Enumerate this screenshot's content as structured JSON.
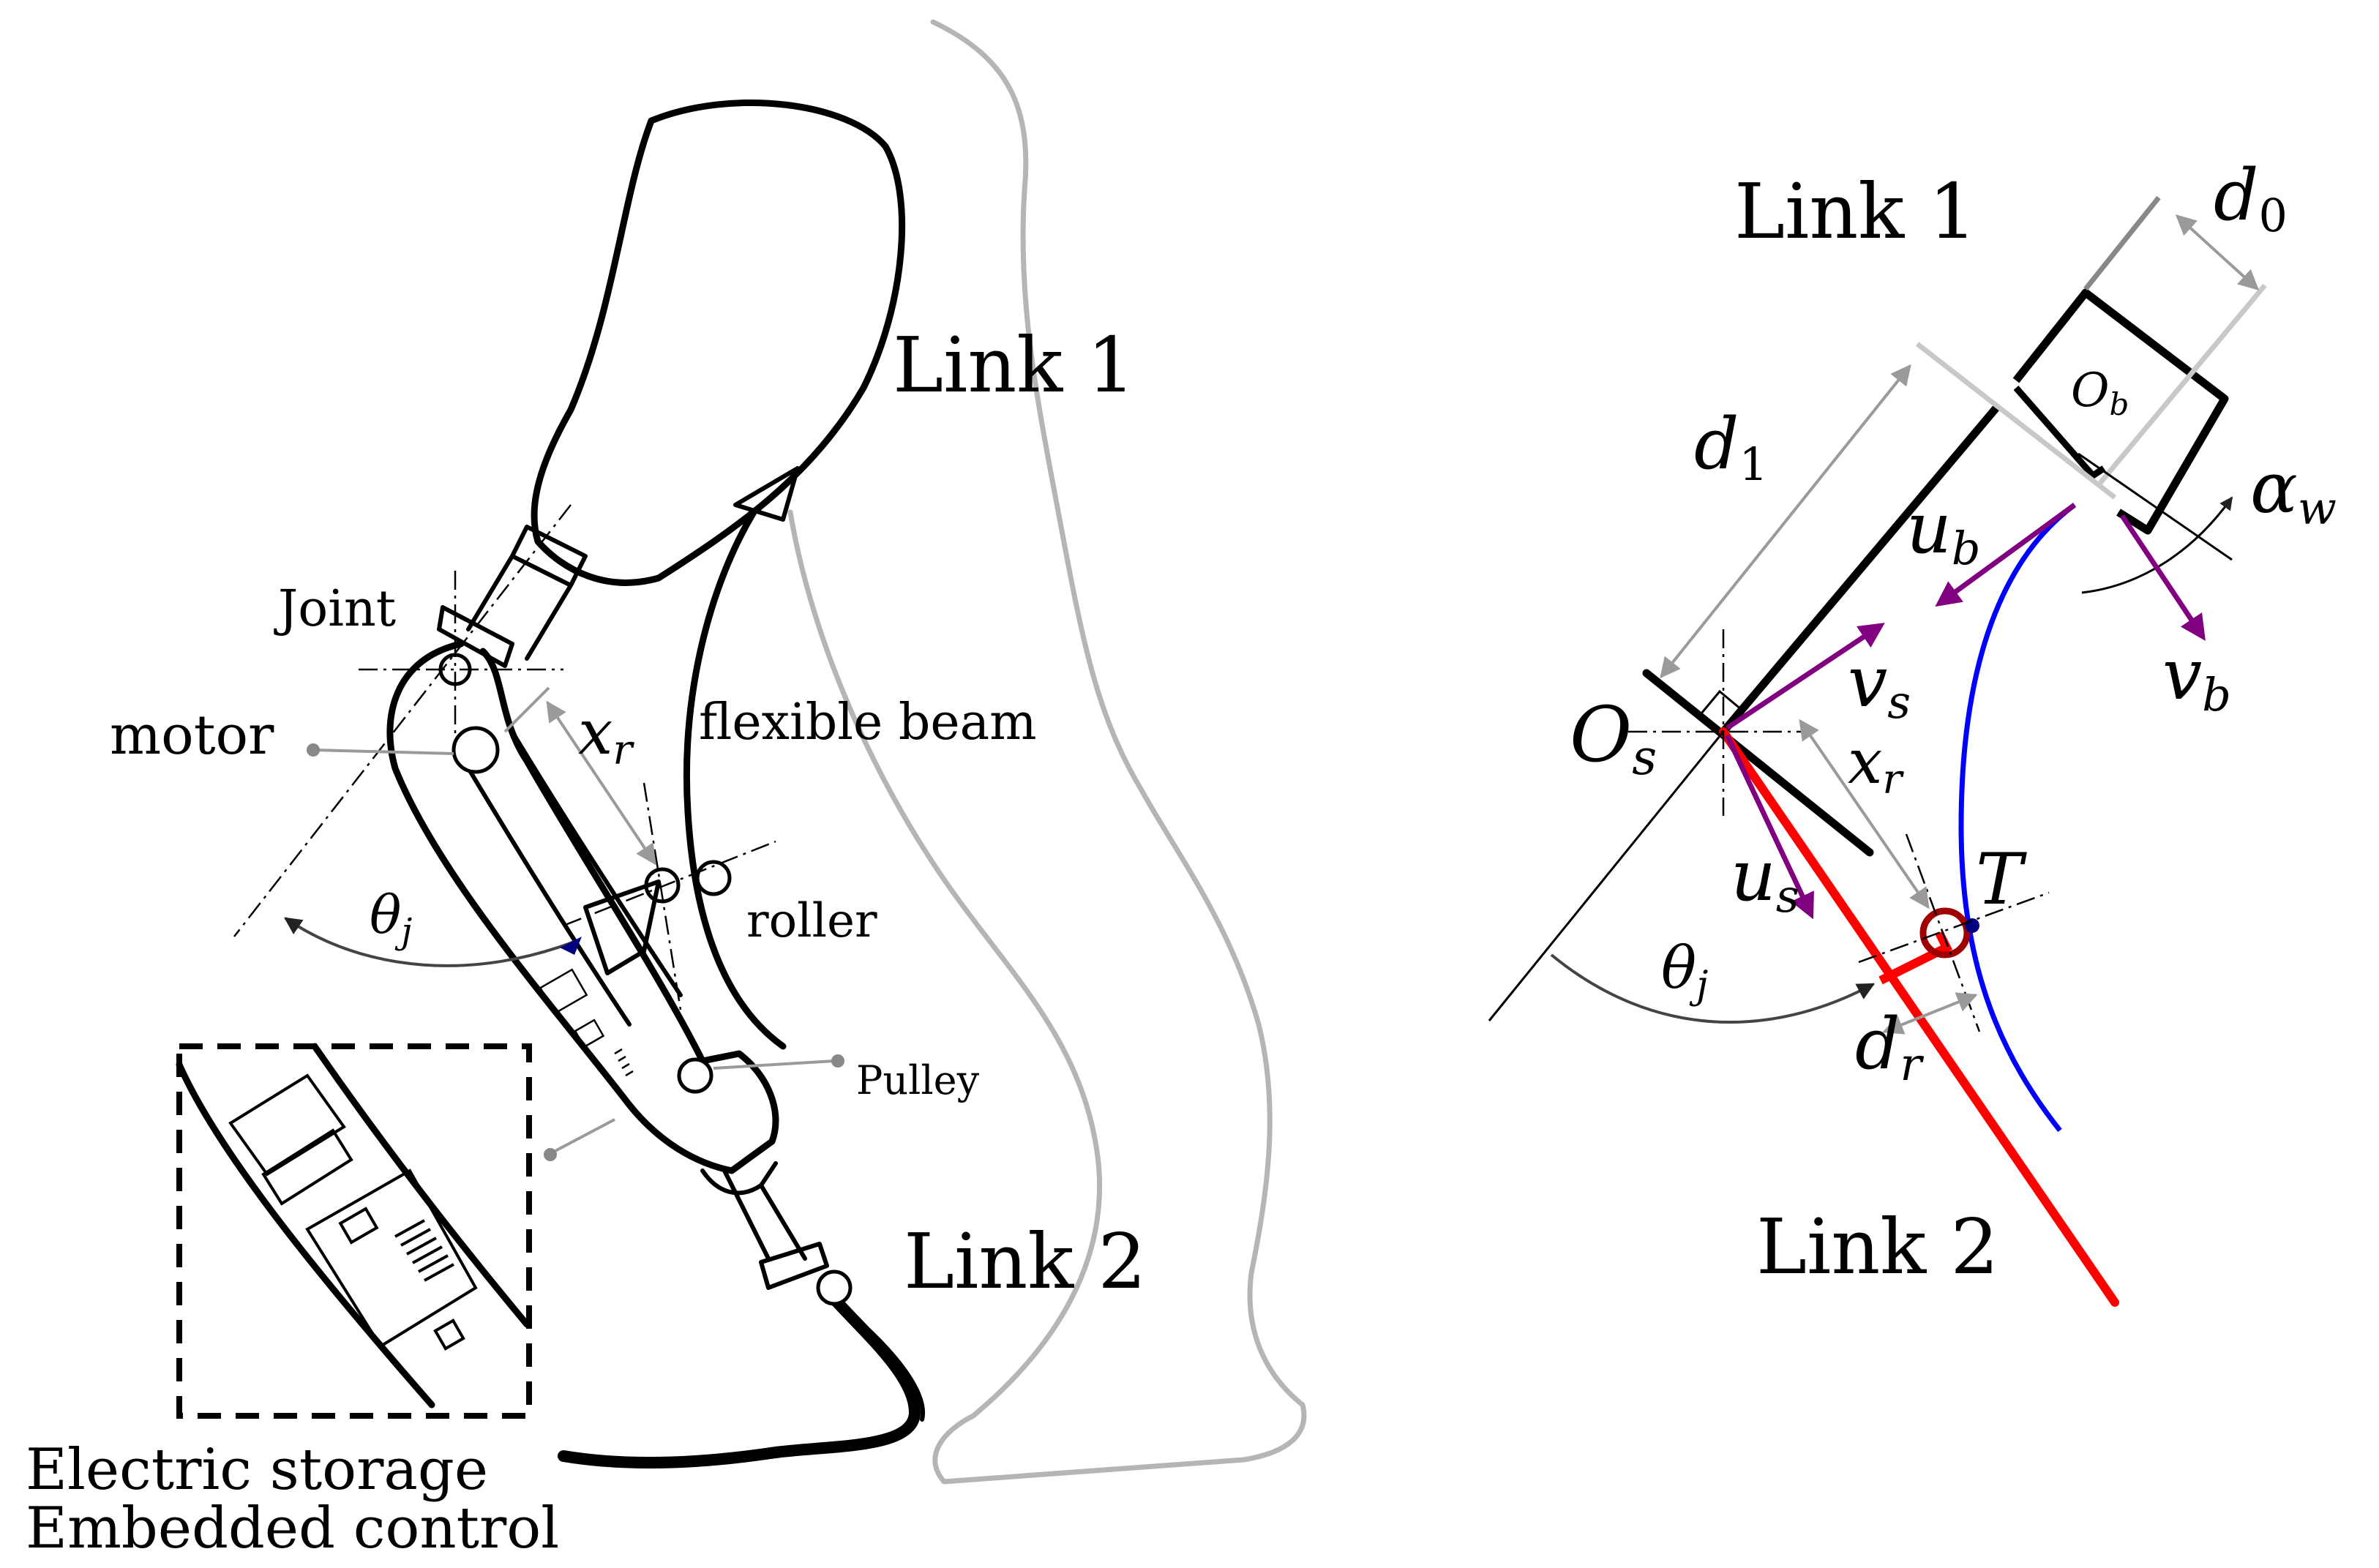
{
  "left": {
    "link1": "Link 1",
    "link2": "Link 2",
    "joint": "Joint",
    "motor": "motor",
    "flexible_beam": "flexible beam",
    "roller": "roller",
    "pulley": "Pulley",
    "xr_base": "x",
    "xr_sub": "r",
    "theta_base": "θ",
    "theta_sub": "j",
    "storage_line1": "Electric storage",
    "storage_line2": "Embedded control"
  },
  "right": {
    "link1": "Link 1",
    "link2": "Link 2",
    "d0_base": "d",
    "d0_sub": "0",
    "d1_base": "d",
    "d1_sub": "1",
    "ob_base": "O",
    "ob_sub": "b",
    "alpha_base": "α",
    "alpha_sub": "w",
    "ub_base": "u",
    "ub_sub": "b",
    "vb_base": "v",
    "vb_sub": "b",
    "vs_base": "v",
    "vs_sub": "s",
    "os_base": "O",
    "os_sub": "s",
    "xr_base": "x",
    "xr_sub": "r",
    "us_base": "u",
    "us_sub": "s",
    "t_label": "T",
    "theta_base": "θ",
    "theta_sub": "j",
    "dr_base": "d",
    "dr_sub": "r"
  },
  "colors": {
    "link2_red": "#ff0000",
    "beam_blue": "#0000ff",
    "vector_purple": "#800080",
    "roller_darkred": "#a00000",
    "contact_navy": "#000080",
    "outline_grey": "#b5b5b5"
  }
}
